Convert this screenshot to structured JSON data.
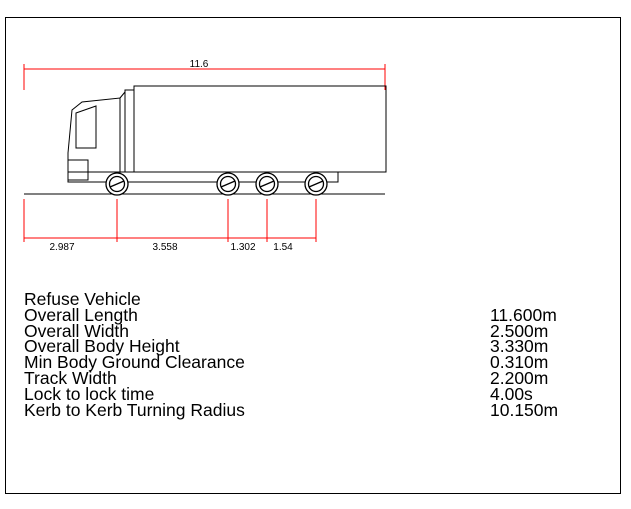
{
  "vehicle": {
    "name": "Refuse Vehicle",
    "overall_length_dim": "11.6",
    "segment_dims": [
      "2.987",
      "3.558",
      "1.302",
      "1.54"
    ]
  },
  "specs": [
    {
      "label": "Overall Length",
      "value": "11.600m"
    },
    {
      "label": "Overall Width",
      "value": "2.500m"
    },
    {
      "label": "Overall Body Height",
      "value": "3.330m"
    },
    {
      "label": "Min Body Ground Clearance",
      "value": "0.310m"
    },
    {
      "label": "Track Width",
      "value": "2.200m"
    },
    {
      "label": "Lock to lock time",
      "value": "4.00s"
    },
    {
      "label": "Kerb to Kerb Turning Radius",
      "value": "10.150m"
    }
  ],
  "colors": {
    "dimension": "#ff0000",
    "outline": "#000000"
  }
}
